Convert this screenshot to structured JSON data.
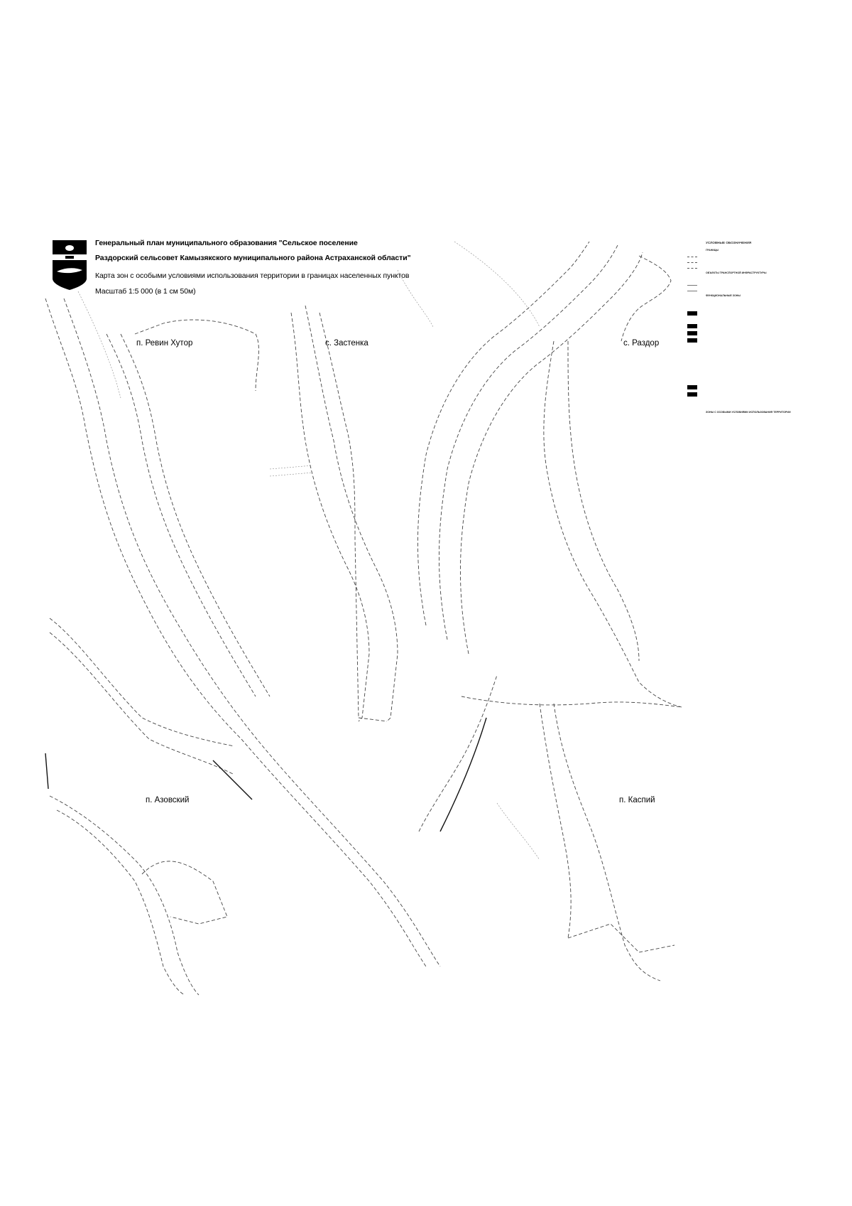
{
  "title": {
    "line1": "Генеральный план муниципального образования \"Сельское поселение",
    "line2": "Раздорский сельсовет Камызякского муниципального района Астраханской области\"",
    "subtitle": "Карта зон с особыми условиями использования территории в границах населенных пунктов",
    "scale": "Масштаб 1:5 000 (в 1 см 50м)"
  },
  "places": {
    "revin_khutor": "п. Ревин Хутор",
    "zastenka": "с. Застенка",
    "razdor": "с. Раздор",
    "azovskiy": "п. Азовский",
    "kaspiy": "п. Каспий"
  },
  "legend": {
    "title": "УСЛОВНЫЕ ОБОЗНАЧЕНИЯ",
    "items": [
      {
        "text": "ГРАНИЦЫ",
        "swatch": "none",
        "section": true
      },
      {
        "text": "",
        "swatch": "line"
      },
      {
        "text": "",
        "swatch": "line"
      },
      {
        "text": "",
        "swatch": "line"
      },
      {
        "text": "ОБЪЕКТЫ ТРАНСПОРТНОЙ ИНФРАСТРУКТУРЫ",
        "swatch": "none",
        "section": true
      },
      {
        "text": "",
        "swatch": "none"
      },
      {
        "text": "",
        "swatch": "solid"
      },
      {
        "text": "",
        "swatch": "solid"
      },
      {
        "text": "ФУНКЦИОНАЛЬНЫЕ ЗОНЫ",
        "swatch": "none",
        "section": true
      },
      {
        "text": "",
        "swatch": "none"
      },
      {
        "text": "",
        "swatch": "none"
      },
      {
        "text": "",
        "swatch": "block"
      },
      {
        "text": "",
        "swatch": "none"
      },
      {
        "text": "",
        "swatch": "block"
      },
      {
        "text": "",
        "swatch": "block"
      },
      {
        "text": "",
        "swatch": "block"
      },
      {
        "text": "",
        "swatch": "none"
      },
      {
        "text": "",
        "swatch": "none"
      },
      {
        "text": "",
        "swatch": "none"
      },
      {
        "text": "",
        "swatch": "none"
      },
      {
        "text": "",
        "swatch": "none"
      },
      {
        "text": "",
        "swatch": "none"
      },
      {
        "text": "",
        "swatch": "none"
      },
      {
        "text": "",
        "swatch": "block"
      },
      {
        "text": "",
        "swatch": "block"
      },
      {
        "text": "",
        "swatch": "none"
      },
      {
        "text": "",
        "swatch": "none"
      },
      {
        "text": "ЗОНЫ С ОСОБЫМИ УСЛОВИЯМИ ИСПОЛЬЗОВАНИЯ ТЕРРИТОРИИ",
        "swatch": "none",
        "section": true
      }
    ]
  },
  "colors": {
    "ink": "#000000",
    "line_gray": "#555555",
    "background": "#ffffff"
  },
  "icons": {
    "emblem": "coat-of-arms-icon"
  }
}
